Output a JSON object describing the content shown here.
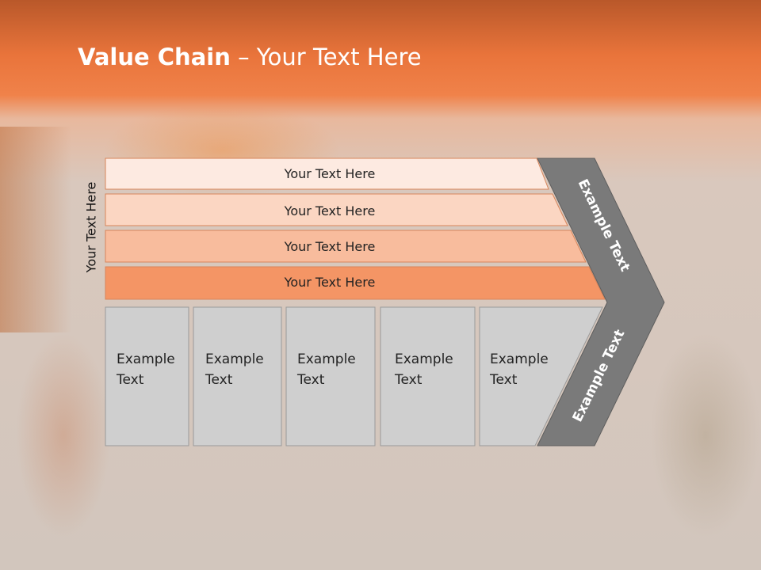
{
  "title": {
    "bold": "Value Chain",
    "rest": " – Your Text Here"
  },
  "side_label": "Your Text Here",
  "bands": [
    {
      "label": "Your Text Here",
      "color": "#fdeae1"
    },
    {
      "label": "Your Text Here",
      "color": "#fbd6c2"
    },
    {
      "label": "Your Text Here",
      "color": "#f8bc9d"
    },
    {
      "label": "Your Text Here",
      "color": "#f49565"
    }
  ],
  "boxes": [
    {
      "line1": "Example",
      "line2": "Text"
    },
    {
      "line1": "Example",
      "line2": "Text"
    },
    {
      "line1": "Example",
      "line2": "Text"
    },
    {
      "line1": "Example",
      "line2": "Text"
    },
    {
      "line1": "Example",
      "line2": "Text"
    }
  ],
  "chevron": {
    "top_label": "Example Text",
    "bottom_label": "Example Text",
    "color": "#7a7a7a"
  },
  "colors": {
    "header": "#e9743b",
    "box_fill": "#cfcfcf",
    "box_stroke": "#9a9a9a",
    "title_text": "#ffffff"
  }
}
